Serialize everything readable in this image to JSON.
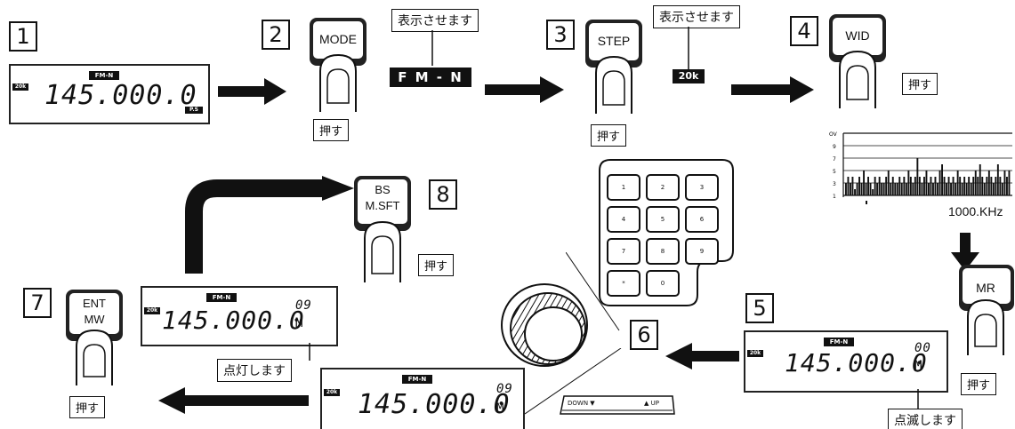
{
  "steps": [
    "1",
    "2",
    "3",
    "4",
    "5",
    "6",
    "7",
    "8"
  ],
  "lcd": {
    "frequency": "145.000.0",
    "mode_badge": "FM-N",
    "step_tag": "20k",
    "ps_tag": "P.S",
    "channel_09": "09",
    "channel_00": "00",
    "memory_mark": "M"
  },
  "buttons": {
    "mode": "MODE",
    "step": "STEP",
    "wid": "WID",
    "mr": "MR",
    "ent_top": "ENT",
    "ent_bottom": "MW",
    "bs_top": "BS",
    "bs_bottom": "M.SFT"
  },
  "labels": {
    "press": "押す",
    "shown": "表示させます",
    "fm_n_display": "F M - N",
    "step_20k": "20k",
    "lights": "点灯します",
    "blinks": "点滅します"
  },
  "keypad": {
    "keys": [
      "1",
      "2",
      "3",
      "4",
      "5",
      "6",
      "7",
      "8",
      "9",
      "*",
      "0"
    ]
  },
  "scope": {
    "y_ticks": [
      "9",
      "7",
      "5",
      "3",
      "1"
    ],
    "top_tick": "OV",
    "span_label": "1000.KHz",
    "bar_levels": [
      2,
      3,
      2,
      3,
      1,
      2,
      3,
      2,
      4,
      2,
      3,
      2,
      1,
      3,
      2,
      3,
      2,
      2,
      3,
      4,
      2,
      3,
      2,
      2,
      3,
      2,
      3,
      2,
      4,
      3,
      2,
      3,
      6,
      3,
      2,
      3,
      4,
      2,
      3,
      2,
      3,
      2,
      4,
      5,
      3,
      2,
      3,
      2,
      3,
      2,
      4,
      3,
      2,
      3,
      2,
      3,
      2,
      3,
      4,
      3,
      5,
      3,
      2,
      3,
      4,
      3,
      2,
      3,
      5,
      3,
      2,
      4,
      3,
      4
    ]
  },
  "dial": {
    "down_label": "DOWN ▼",
    "up_label": "▲ UP"
  }
}
